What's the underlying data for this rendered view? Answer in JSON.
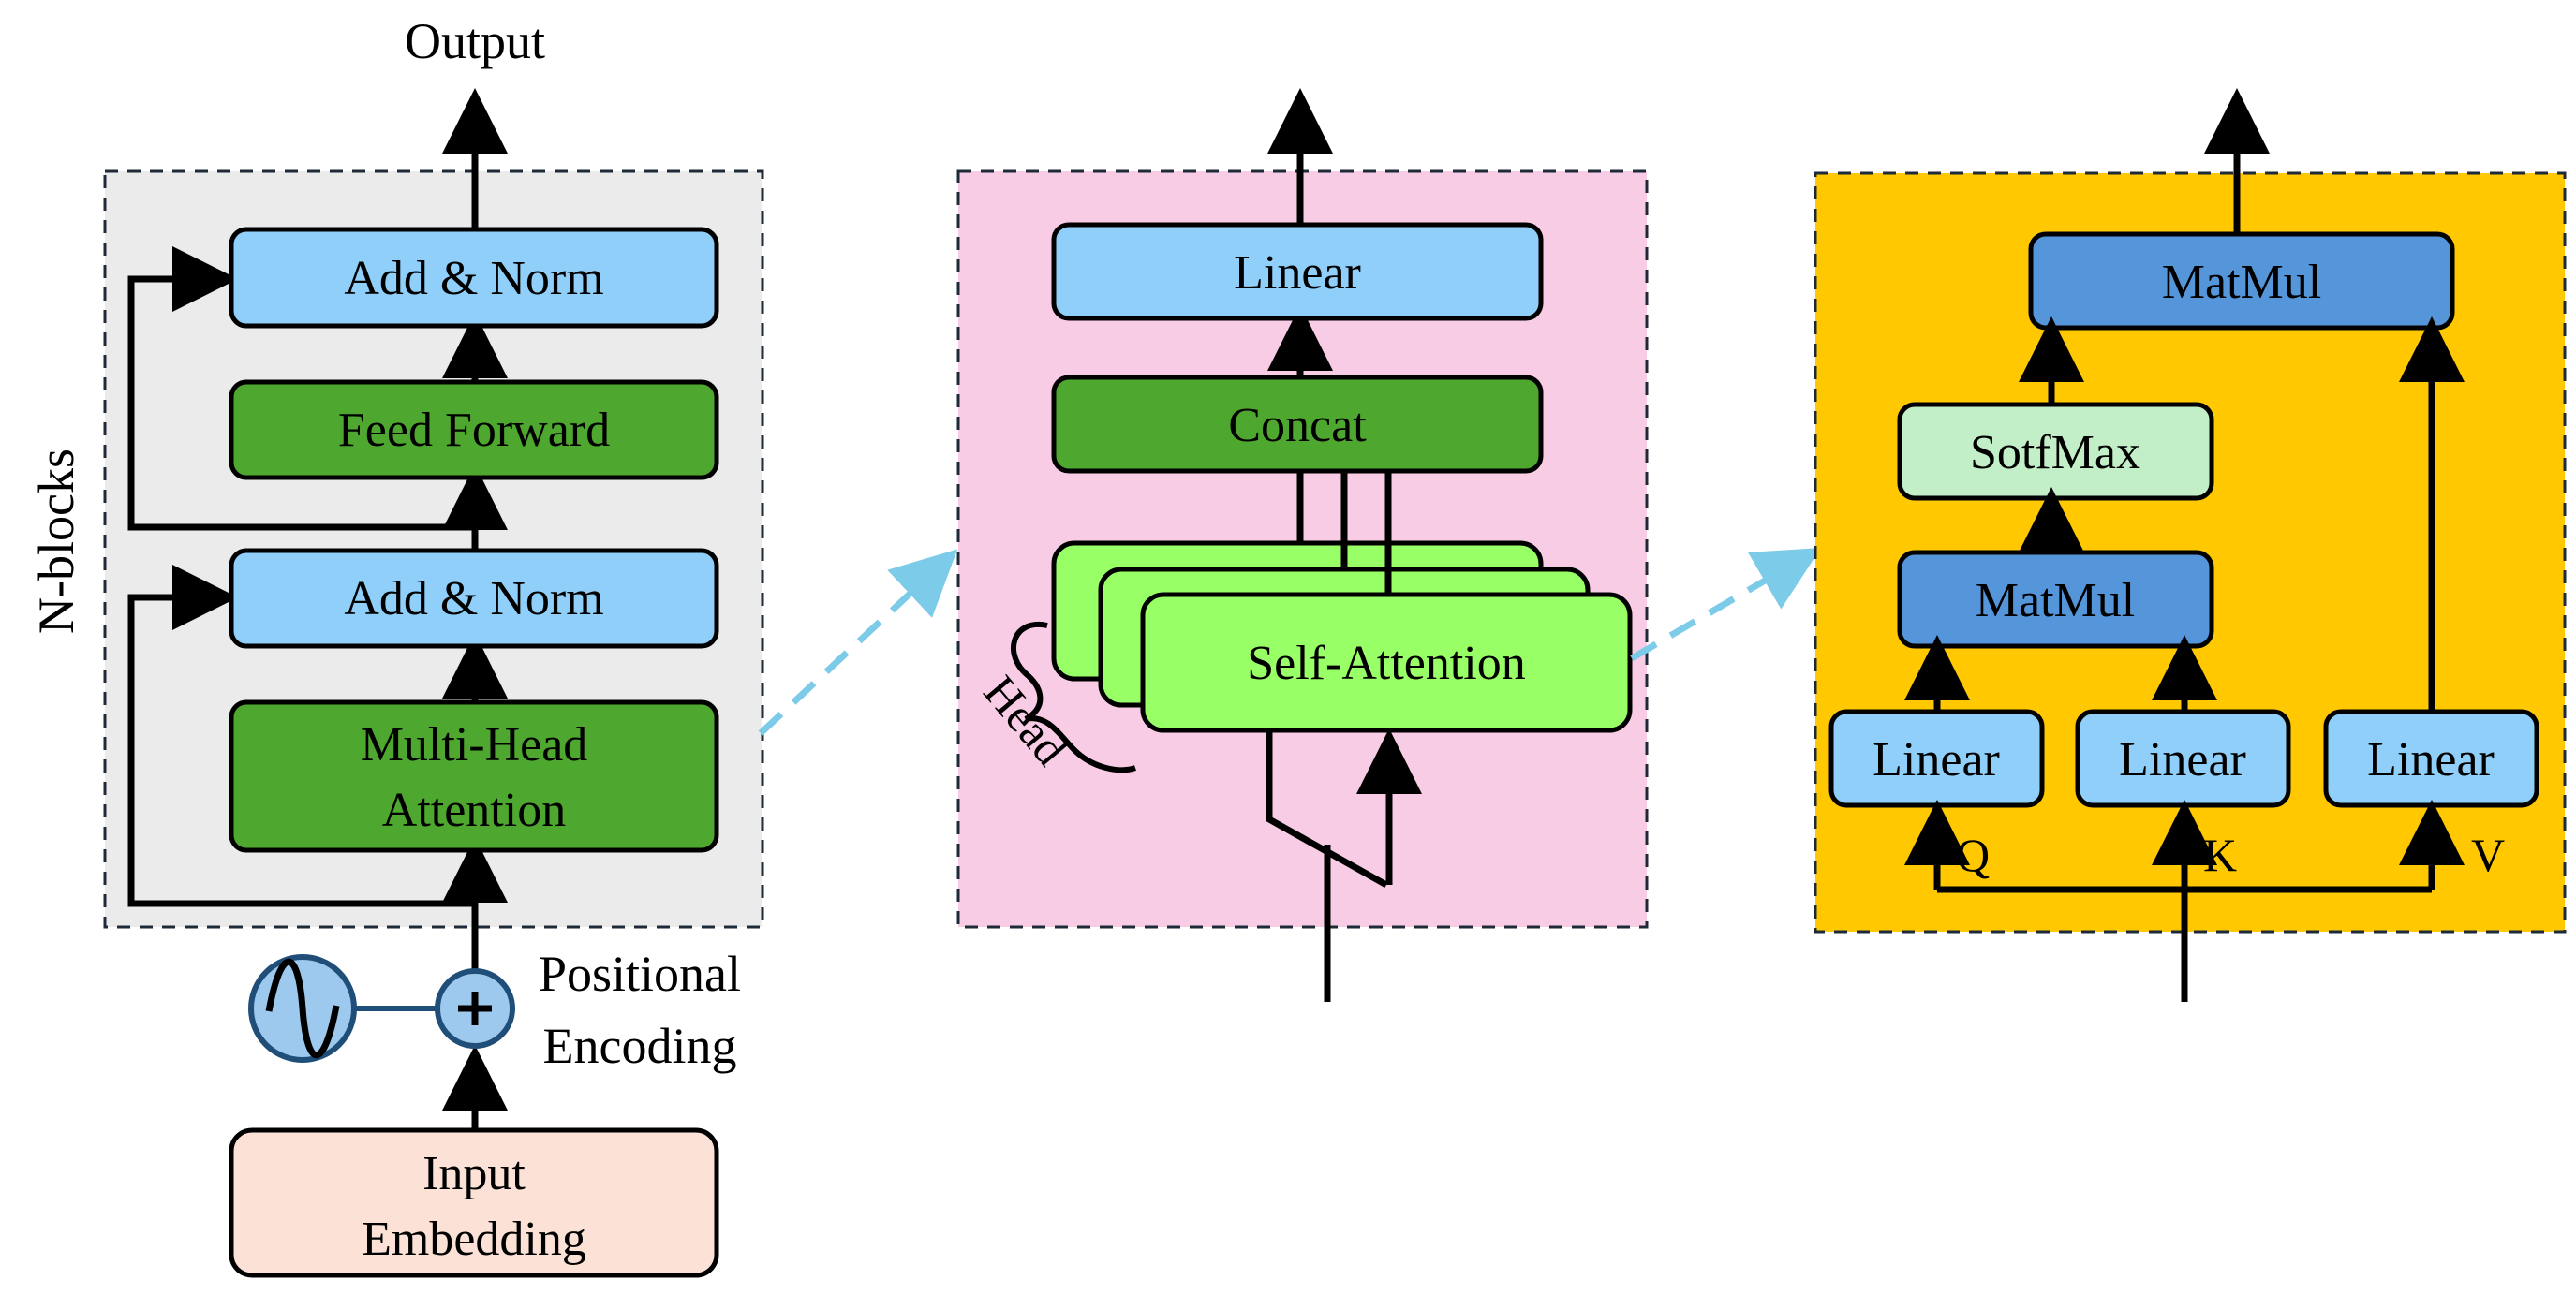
{
  "labels": {
    "output": "Output",
    "n_blocks": "N-blocks",
    "positional_encoding_line1": "Positional",
    "positional_encoding_line2": "Encoding",
    "head": "Head",
    "q": "Q",
    "k": "K",
    "v": "V"
  },
  "encoder": {
    "add_norm_top": "Add & Norm",
    "feed_forward": "Feed Forward",
    "add_norm_bottom": "Add & Norm",
    "mha_line1": "Multi-Head",
    "mha_line2": "Attention",
    "input_line1": "Input",
    "input_line2": "Embedding"
  },
  "multihead": {
    "linear": "Linear",
    "concat": "Concat",
    "self_attention": "Self-Attention"
  },
  "attention": {
    "matmul_top": "MatMul",
    "softmax": "SotfMax",
    "matmul_mid": "MatMul",
    "linear_q": "Linear",
    "linear_k": "Linear",
    "linear_v": "Linear"
  },
  "colors": {
    "panel_encoder": "#ebebeb",
    "panel_multihead": "#f7cce4",
    "panel_attention": "#ffc800",
    "light_blue": "#8fcffa",
    "dark_green": "#4ea72e",
    "light_green": "#99ff66",
    "peach": "#fbe1d6",
    "mid_blue": "#5596da",
    "pale_green": "#c2eec8",
    "dashed_arrow": "#7ccbe8",
    "circle_fill": "#9ec9ee",
    "circle_stroke": "#1f4e79"
  }
}
